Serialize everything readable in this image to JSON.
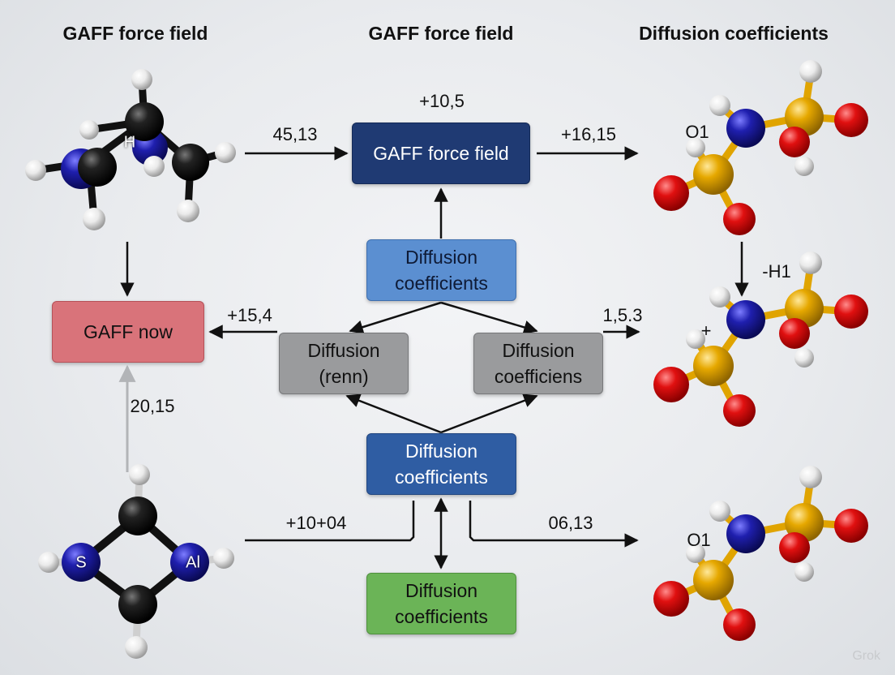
{
  "headers": {
    "col1": "GAFF force field",
    "col2": "GAFF force field",
    "col3": "Diffusion coefficients"
  },
  "nodes": {
    "top_center": "GAFF force field",
    "mid_upper": {
      "line1": "Diffusion",
      "line2": "coefficients"
    },
    "left_red": "GAFF now",
    "gray_left": {
      "line1": "Diffusion",
      "line2": "(renn)"
    },
    "gray_right": {
      "line1": "Diffusion",
      "line2": "coefficiens"
    },
    "lower_blue": {
      "line1": "Diffusion",
      "line2": "coefficients"
    },
    "bottom_green": {
      "line1": "Diffusion",
      "line2": "coefficients"
    }
  },
  "edge_labels": {
    "top_plus": "+10,5",
    "top_left": "45,13",
    "top_right": "+16,15",
    "left_mid": "+15,4",
    "right_mid": "1,5.3",
    "right_minus": "-H1",
    "left_lower": "20,15",
    "bottom_left": "+10+04",
    "bottom_right": "06,13"
  },
  "molecule_labels": {
    "top_left_h": "H",
    "o1_top": "O1",
    "plus_mid": "+",
    "o1_bottom": "O1",
    "ring_s": "S",
    "ring_al": "Al"
  },
  "watermark": "Grok",
  "colors": {
    "dark_node": "#1f3a73",
    "light_blue_node": "#5b8fd1",
    "gray_node": "#9a9b9d",
    "red_node": "#d9737a",
    "blue_node": "#2f5da3",
    "green_node": "#6bb457",
    "atom_carbon": "#111111",
    "atom_hydrogen": "#f2f2f2",
    "atom_nitrogen": "#1a1a9e",
    "atom_oxygen": "#d80f0f",
    "atom_sulfur": "#e0a400"
  }
}
